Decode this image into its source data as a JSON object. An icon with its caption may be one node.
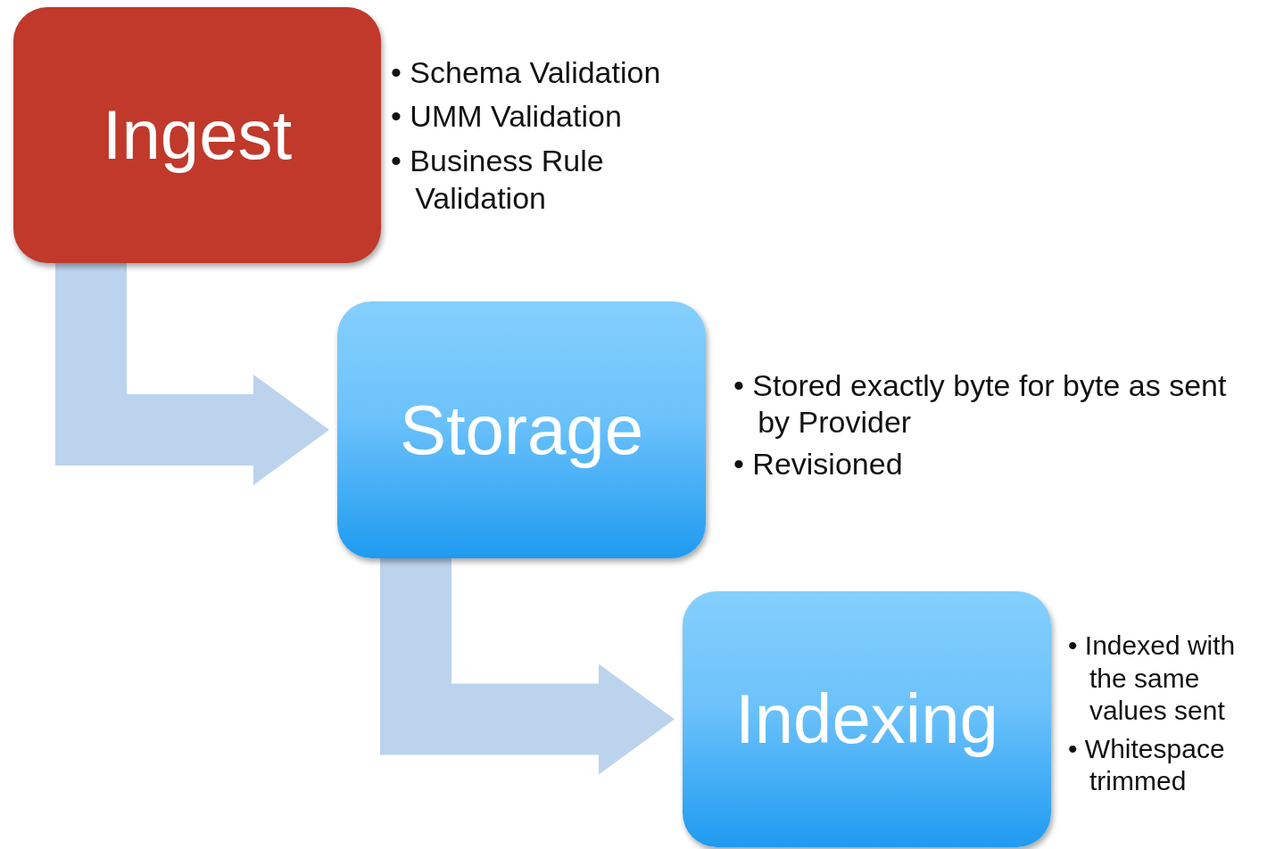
{
  "diagram": {
    "nodes": [
      {
        "text": [
          "Ingest"
        ],
        "beside": [
          "• Schema Validation",
          "• UMM Validation",
          "• Business Rule Validation"
        ]
      },
      {
        "text": [
          "Storage"
        ],
        "beside": [
          "• Stored exactly byte for byte as sent by Provider",
          "• Revisioned"
        ]
      },
      {
        "text": [
          "Indexing"
        ],
        "beside": [
          "• Indexed with the same values sent",
          "• Whitespace trimmed"
        ]
      }
    ],
    "edges": [
      {
        "from": 0,
        "to": 1,
        "arrow": "to"
      },
      {
        "from": 1,
        "to": 2,
        "arrow": "to"
      }
    ]
  }
}
